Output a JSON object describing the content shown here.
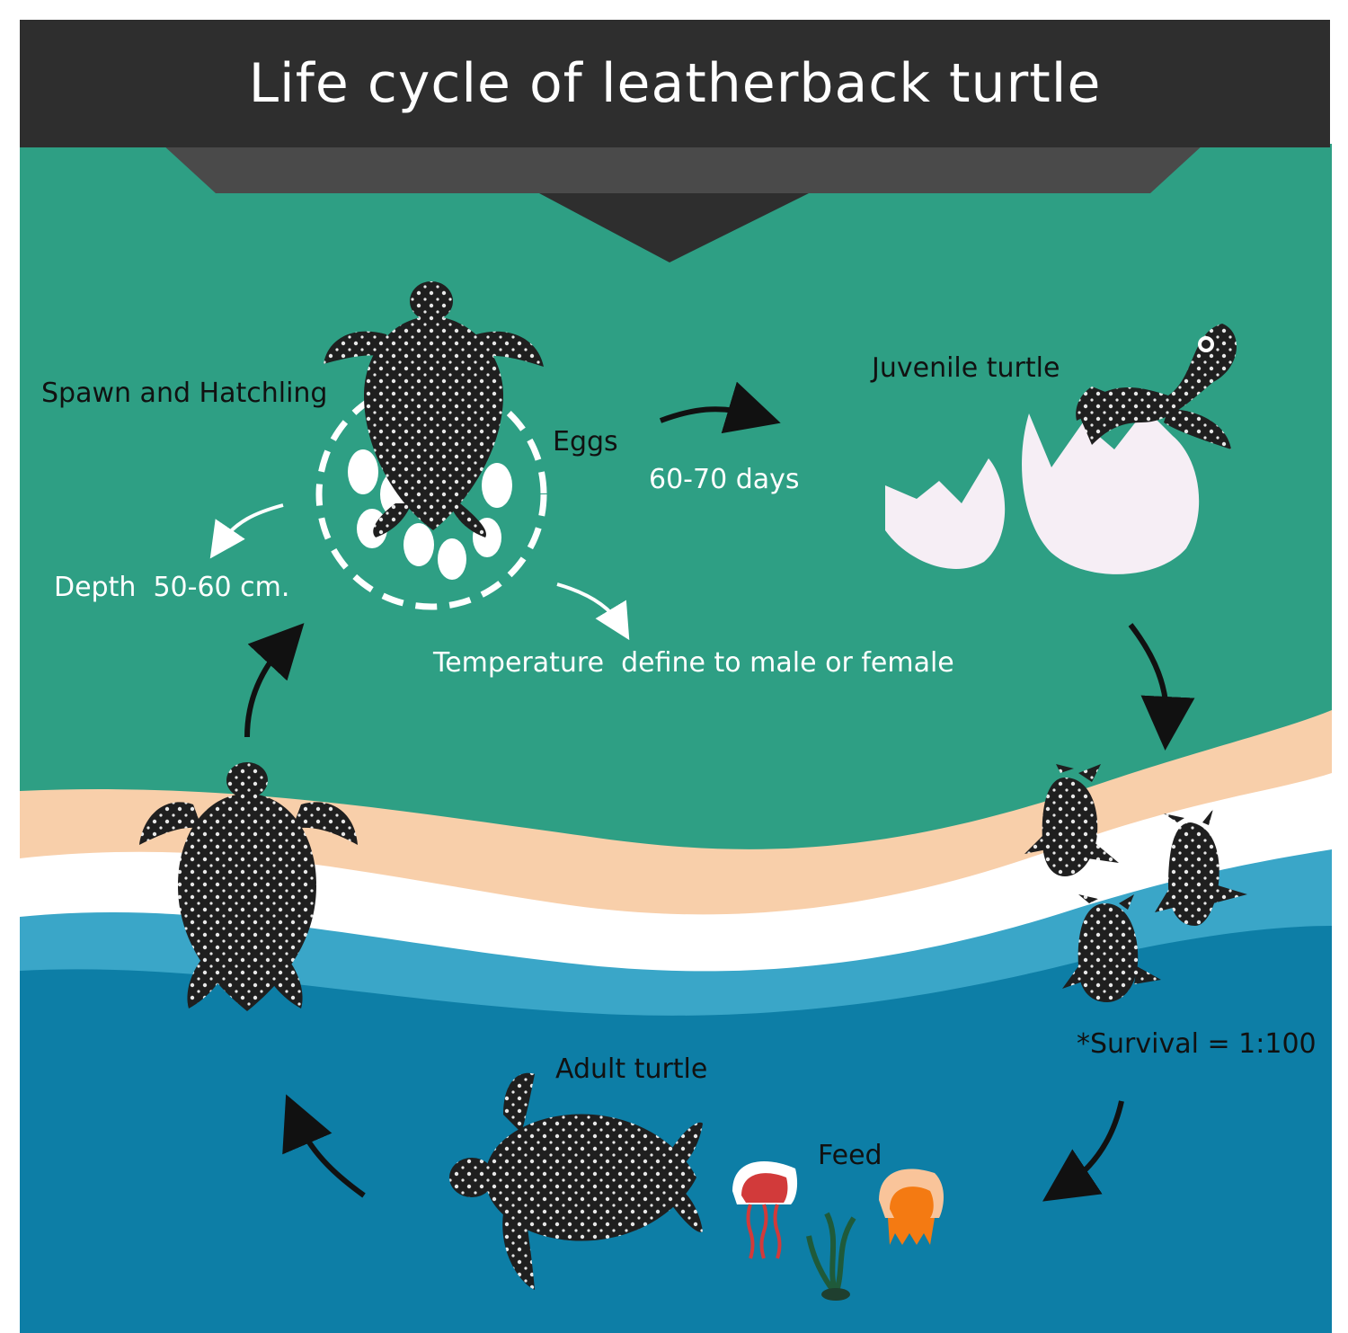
{
  "title": "Life cycle of leatherback turtle",
  "labels": {
    "spawn": "Spawn and Hatchling",
    "eggs": "Eggs",
    "incubation": "60-70 days",
    "juvenile": "Juvenile turtle",
    "depth": "Depth  50-60 cm.",
    "temperature": "Temperature  define to male or female",
    "survival": "*Survival = 1:100",
    "adult": "Adult turtle",
    "feed": "Feed"
  },
  "colors": {
    "header": "#2e2e2e",
    "header_tab": "#4a4a4a",
    "sand_area": "#2e9f84",
    "beach": "#f8cfaa",
    "surf": "#ffffff",
    "shallow_water": "#3aa6c8",
    "deep_water": "#0d7ea6",
    "turtle": "#1f1f1f",
    "jellyfish_red": "#d23a3a",
    "jellyfish_orange": "#f47a12",
    "seaweed": "#1f5a3a"
  }
}
